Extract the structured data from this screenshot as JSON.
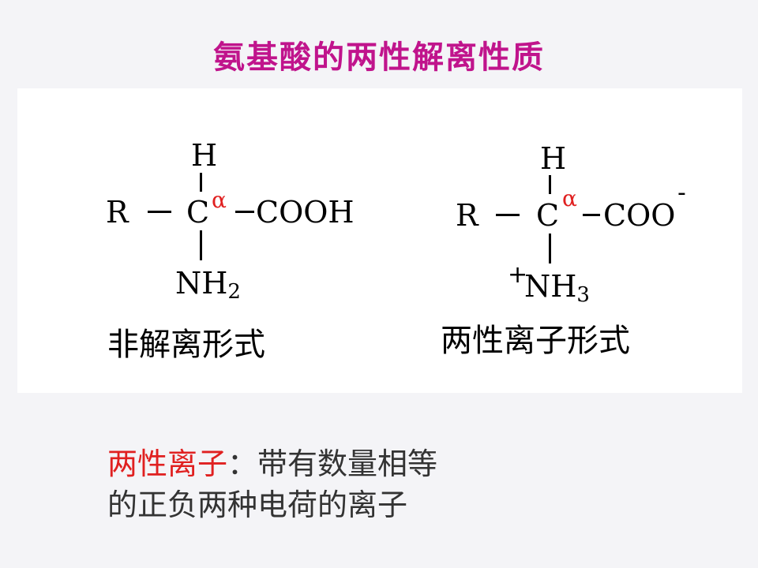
{
  "title": "氨基酸的两性解离性质",
  "colors": {
    "title": "#c0148c",
    "alpha": "#e02020",
    "highlight": "#e02020",
    "text": "#333333"
  },
  "left_structure": {
    "h": "H",
    "r": "R",
    "c": "C",
    "alpha": "α",
    "cooh": "COOH",
    "nh": "NH",
    "nh_sub": "2",
    "caption": "非解离形式"
  },
  "right_structure": {
    "h": "H",
    "r": "R",
    "c": "C",
    "alpha": "α",
    "coo": "COO",
    "coo_charge": "-",
    "nh_charge": "+",
    "nh": "NH",
    "nh_sub": "3",
    "caption": "两性离子形式"
  },
  "definition": {
    "term": "两性离子",
    "colon": "：",
    "line1_rest": "带有数量相等",
    "line2": "的正负两种电荷的离子"
  }
}
